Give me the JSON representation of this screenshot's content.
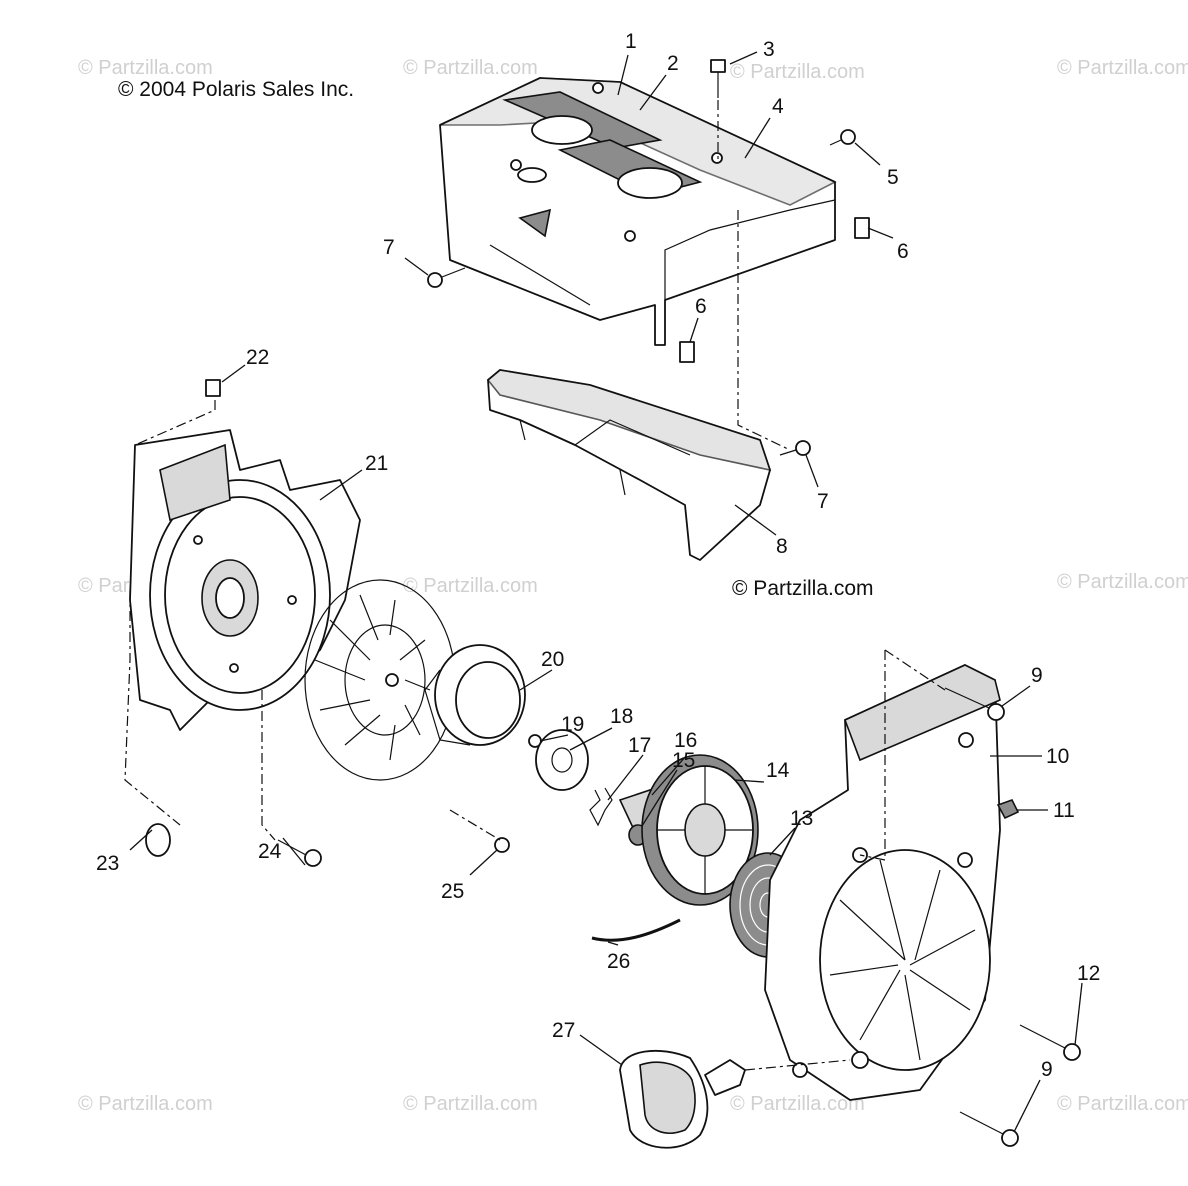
{
  "copyright_polaris": "© 2004 Polaris Sales Inc.",
  "copyright_partzilla": "© Partzilla.com",
  "watermark_text": "© Partzilla.com",
  "callouts": [
    "1",
    "2",
    "3",
    "4",
    "5",
    "6",
    "6",
    "7",
    "7",
    "8",
    "9",
    "9",
    "10",
    "11",
    "12",
    "13",
    "14",
    "15",
    "16",
    "17",
    "18",
    "19",
    "20",
    "21",
    "22",
    "23",
    "24",
    "25",
    "26",
    "27"
  ]
}
